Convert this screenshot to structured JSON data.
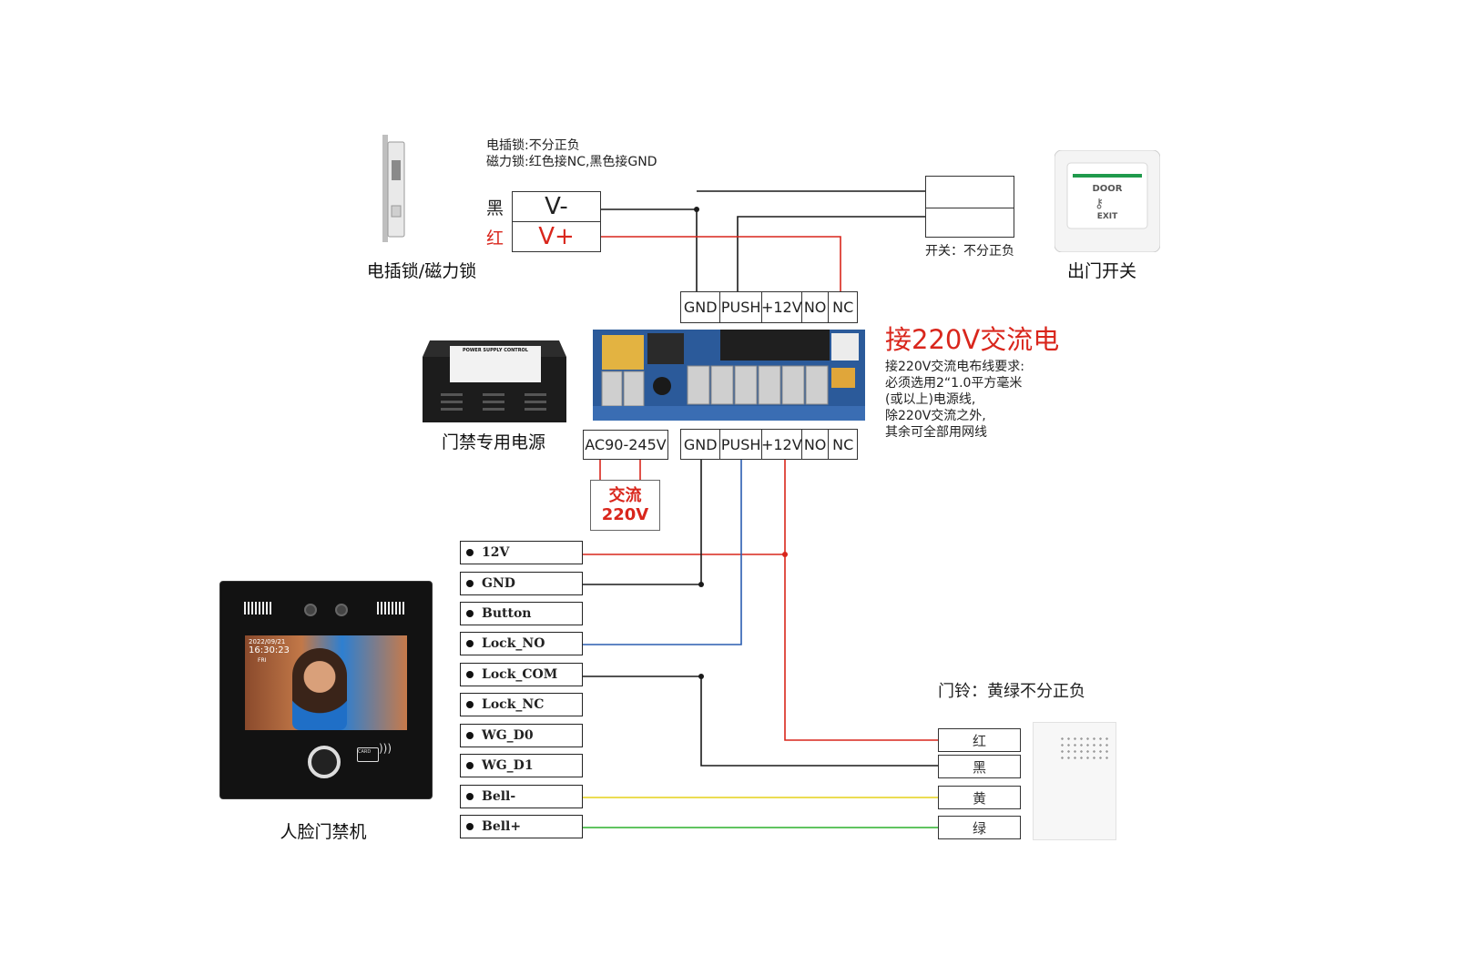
{
  "lock": {
    "note_line1": "电插锁:不分正负",
    "note_line2": "磁力锁:红色接NC,黑色接GND",
    "black_label": "黑",
    "red_label": "红",
    "v_minus": "V-",
    "v_plus": "V+",
    "caption": "电插锁/磁力锁"
  },
  "exit_switch": {
    "note": "开关：不分正负",
    "caption": "出门开关",
    "plate_text_top": "DOOR",
    "plate_text_bottom": "EXIT"
  },
  "power_supply": {
    "caption": "门禁专用电源",
    "top_terminals": [
      "GND",
      "PUSH",
      "+12V",
      "NO",
      "NC"
    ],
    "bottom_terminals": [
      "GND",
      "PUSH",
      "+12V",
      "NO",
      "NC"
    ],
    "ac_terminal": "AC90-245V",
    "ac_box_line1": "交流",
    "ac_box_line2": "220V",
    "box_label": "POWER SUPPLY CONTROL",
    "heading": "接220V交流电",
    "req_lines": [
      "接220V交流电布线要求:",
      "必须选用2“1.0平方毫米",
      "(或以上)电源线,",
      "除220V交流之外,",
      "其余可全部用网线"
    ]
  },
  "face_terminal": {
    "caption": "人脸门禁机",
    "date": "2022/09/21",
    "time": "16:30:23",
    "day": "FRI",
    "card_label": "CARD",
    "pins": [
      "12V",
      "GND",
      "Button",
      "Lock_NO",
      "Lock_COM",
      "Lock_NC",
      "WG_D0",
      "WG_D1",
      "Bell-",
      "Bell+"
    ]
  },
  "doorbell": {
    "note": "门铃：黄绿不分正负",
    "wires": [
      "红",
      "黑",
      "黄",
      "绿"
    ]
  },
  "colors": {
    "red_wire": "#d9261c",
    "black_wire": "#1a1a1a",
    "blue_wire": "#2a5db0",
    "yellow_wire": "#e6d21a",
    "green_wire": "#2bb02b",
    "heading_red": "#d9261c"
  }
}
